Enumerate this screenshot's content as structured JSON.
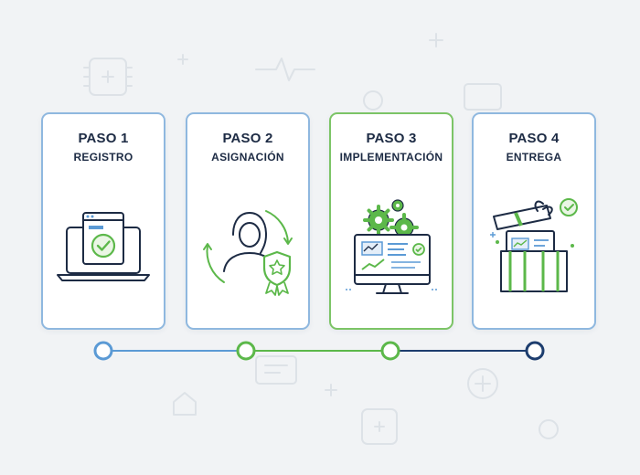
{
  "steps": [
    {
      "title": "PASO 1",
      "subtitle": "REGISTRO",
      "icon": "laptop-check-icon"
    },
    {
      "title": "PASO 2",
      "subtitle": "ASIGNACIÓN",
      "icon": "person-badge-icon"
    },
    {
      "title": "PASO 3",
      "subtitle": "IMPLEMENTACIÓN",
      "icon": "monitor-gears-icon"
    },
    {
      "title": "PASO 4",
      "subtitle": "ENTREGA",
      "icon": "gift-box-icon"
    }
  ],
  "active_step": 3,
  "colors": {
    "blue": "#5b9ad5",
    "green": "#5cb84a",
    "navy": "#1d3d6e",
    "text": "#1d2b44",
    "background": "#f1f3f5"
  }
}
